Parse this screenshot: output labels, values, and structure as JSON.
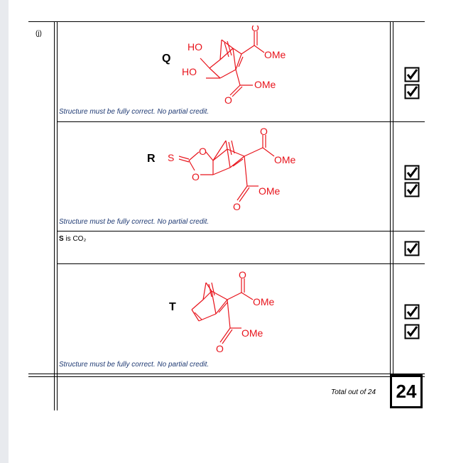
{
  "question": {
    "part": "(j)"
  },
  "rows": [
    {
      "label": "Q",
      "note": "Structure must be fully correct. No partial credit."
    },
    {
      "label": "R",
      "note": "Structure must be fully correct. No partial credit."
    },
    {
      "label_bold": "S",
      "text_rest": " is CO₂"
    },
    {
      "label": "T",
      "note": "Structure must be fully correct. No partial credit."
    }
  ],
  "molecule_text": {
    "ho": "HO",
    "ome": "OMe",
    "o": "O",
    "s": "S"
  },
  "total": {
    "label": "Total out of 24",
    "score": "24"
  },
  "colors": {
    "structure": "#e8141c",
    "note": "#1f3a73"
  },
  "icons": {
    "checkbox": "checked-box-icon"
  }
}
